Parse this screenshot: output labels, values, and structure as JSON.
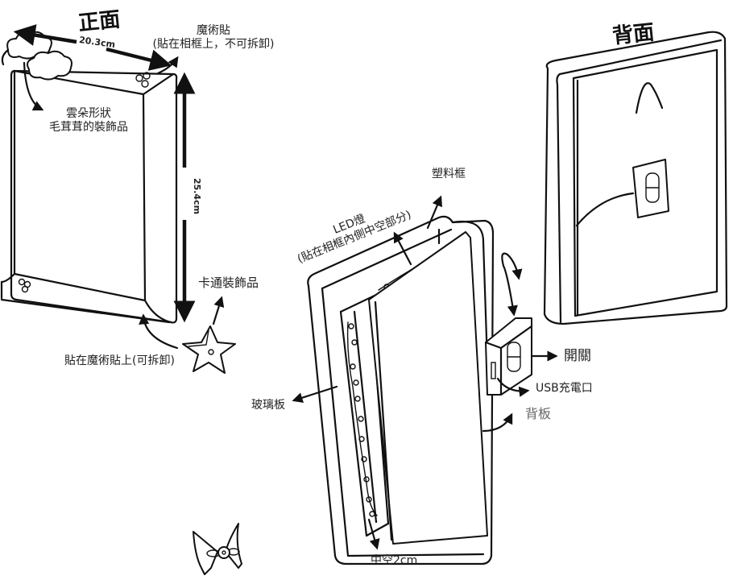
{
  "front": {
    "title": "正面",
    "width_label": "20.3cm",
    "height_label": "25.4cm",
    "velcro_label_line1": "魔術貼",
    "velcro_label_line2": "(貼在相框上，不可拆卸)",
    "cloud_label_line1": "雲朵形狀",
    "cloud_label_line2": "毛茸茸的裝飾品",
    "cartoon_label": "卡通裝飾品",
    "attach_label": "貼在魔術貼上(可拆卸)"
  },
  "exploded": {
    "plastic_frame_label": "塑料框",
    "led_label_line1": "LED燈",
    "led_label_line2": "(貼在相框內側中空部分)",
    "glass_label": "玻璃板",
    "hollow_label": "中空2cm",
    "switch_label": "開關",
    "usb_label": "USB充電口",
    "back_board_label": "背板"
  },
  "back": {
    "title": "背面"
  }
}
